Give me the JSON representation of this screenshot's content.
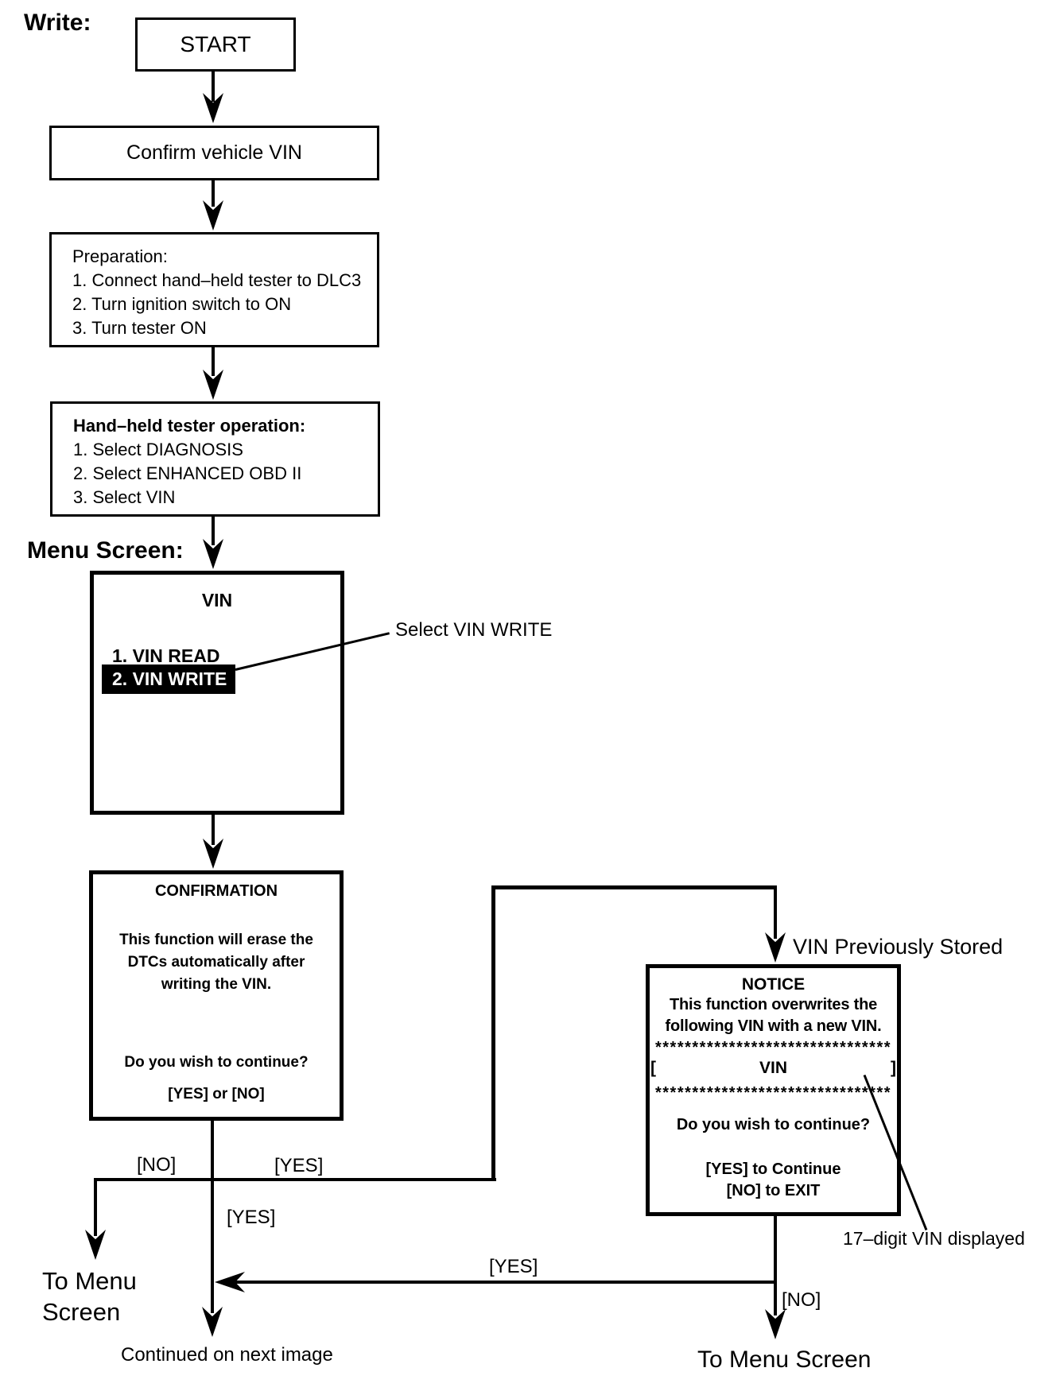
{
  "labels": {
    "write": "Write:",
    "menu_screen": "Menu Screen:",
    "select_vin_write": "Select VIN WRITE",
    "vin_previously_stored": "VIN Previously Stored",
    "vin_digits_note": "17–digit VIN displayed",
    "continued": "Continued on next image",
    "to_menu_line1": "To Menu",
    "to_menu_line2": "Screen",
    "to_menu_screen": "To Menu Screen"
  },
  "branches": {
    "confirm_no": "[NO]",
    "confirm_yes": "[YES]",
    "stem_yes": "[YES]",
    "notice_yes": "[YES]",
    "notice_no": "[NO]"
  },
  "boxes": {
    "start": "START",
    "confirm_vin": "Confirm vehicle VIN",
    "preparation": {
      "title": "Preparation:",
      "step1": "1. Connect hand–held tester to DLC3",
      "step2": "2. Turn ignition switch to ON",
      "step3": "3. Turn tester ON"
    },
    "tester_operation": {
      "title": "Hand–held tester operation:",
      "step1": "1. Select DIAGNOSIS",
      "step2": "2. Select ENHANCED OBD II",
      "step3": "3. Select VIN"
    },
    "vin_menu": {
      "title": "VIN",
      "item_read": "1. VIN READ",
      "item_write": "2. VIN WRITE"
    },
    "confirmation": {
      "title": "CONFIRMATION",
      "body_line1": "This function will erase the",
      "body_line2": "DTCs automatically after",
      "body_line3": "writing the VIN.",
      "question": "Do you wish to continue?",
      "options": "[YES] or [NO]"
    },
    "notice": {
      "title": "NOTICE",
      "body_line1": "This function overwrites the",
      "body_line2": "following VIN with a new VIN.",
      "stars": "********************************",
      "vin_open": "[",
      "vin_label": "VIN",
      "vin_close": "]",
      "question": "Do you wish to continue?",
      "option_yes": "[YES] to Continue",
      "option_no": "[NO] to EXIT"
    }
  }
}
